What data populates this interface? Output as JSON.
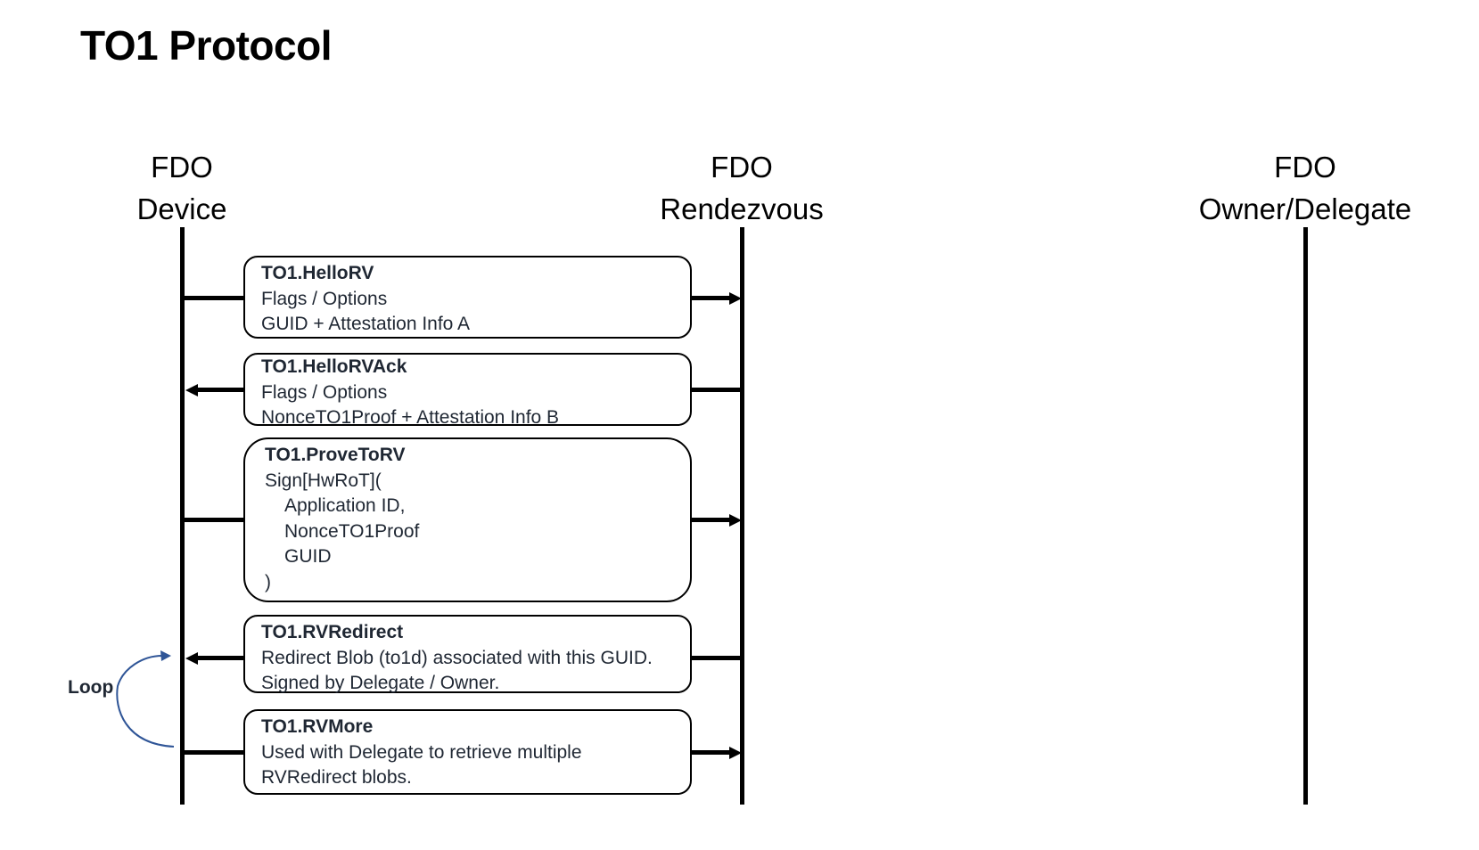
{
  "title": "TO1 Protocol",
  "actors": [
    {
      "line1": "FDO",
      "line2": "Device"
    },
    {
      "line1": "FDO",
      "line2": "Rendezvous"
    },
    {
      "line1": "FDO",
      "line2": "Owner/Delegate"
    }
  ],
  "messages": [
    {
      "name": "TO1.HelloRV",
      "direction": "device-to-rendezvous",
      "lines": [
        "Flags / Options",
        "GUID + Attestation Info A"
      ]
    },
    {
      "name": "TO1.HelloRVAck",
      "direction": "rendezvous-to-device",
      "lines": [
        "Flags / Options",
        "NonceTO1Proof + Attestation Info B"
      ]
    },
    {
      "name": "TO1.ProveToRV",
      "direction": "device-to-rendezvous",
      "lines": [
        "Sign[HwRoT](",
        "Application ID,",
        "NonceTO1Proof",
        "GUID",
        ")"
      ]
    },
    {
      "name": "TO1.RVRedirect",
      "direction": "rendezvous-to-device",
      "lines": [
        "Redirect Blob (to1d) associated with this GUID.",
        "Signed by Delegate / Owner."
      ]
    },
    {
      "name": "TO1.RVMore",
      "direction": "device-to-rendezvous",
      "lines": [
        "Used with Delegate to retrieve multiple",
        "RVRedirect blobs."
      ]
    }
  ],
  "loop": {
    "label": "Loop",
    "color": "#2f5597"
  }
}
